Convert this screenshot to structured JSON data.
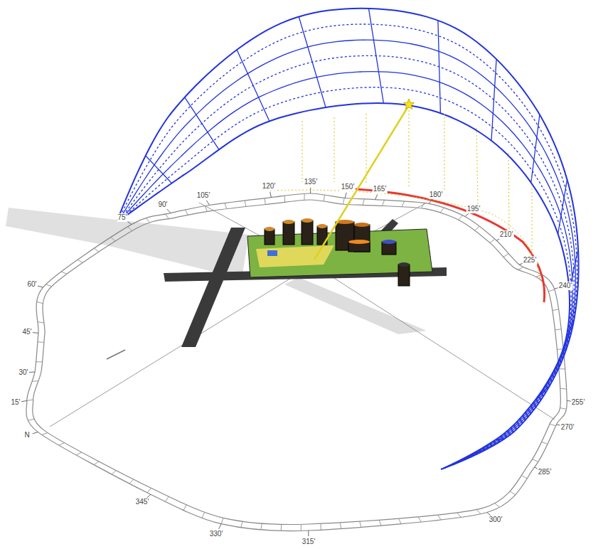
{
  "diagram": {
    "labels": [
      "N",
      "15'",
      "30'",
      "45'",
      "60'",
      "75'",
      "90'",
      "105'",
      "120'",
      "135'",
      "150'",
      "165'",
      "180'",
      "195'",
      "210'",
      "225'",
      "240'",
      "255'",
      "270'",
      "285'",
      "300'",
      "315'",
      "330'",
      "345'"
    ]
  }
}
